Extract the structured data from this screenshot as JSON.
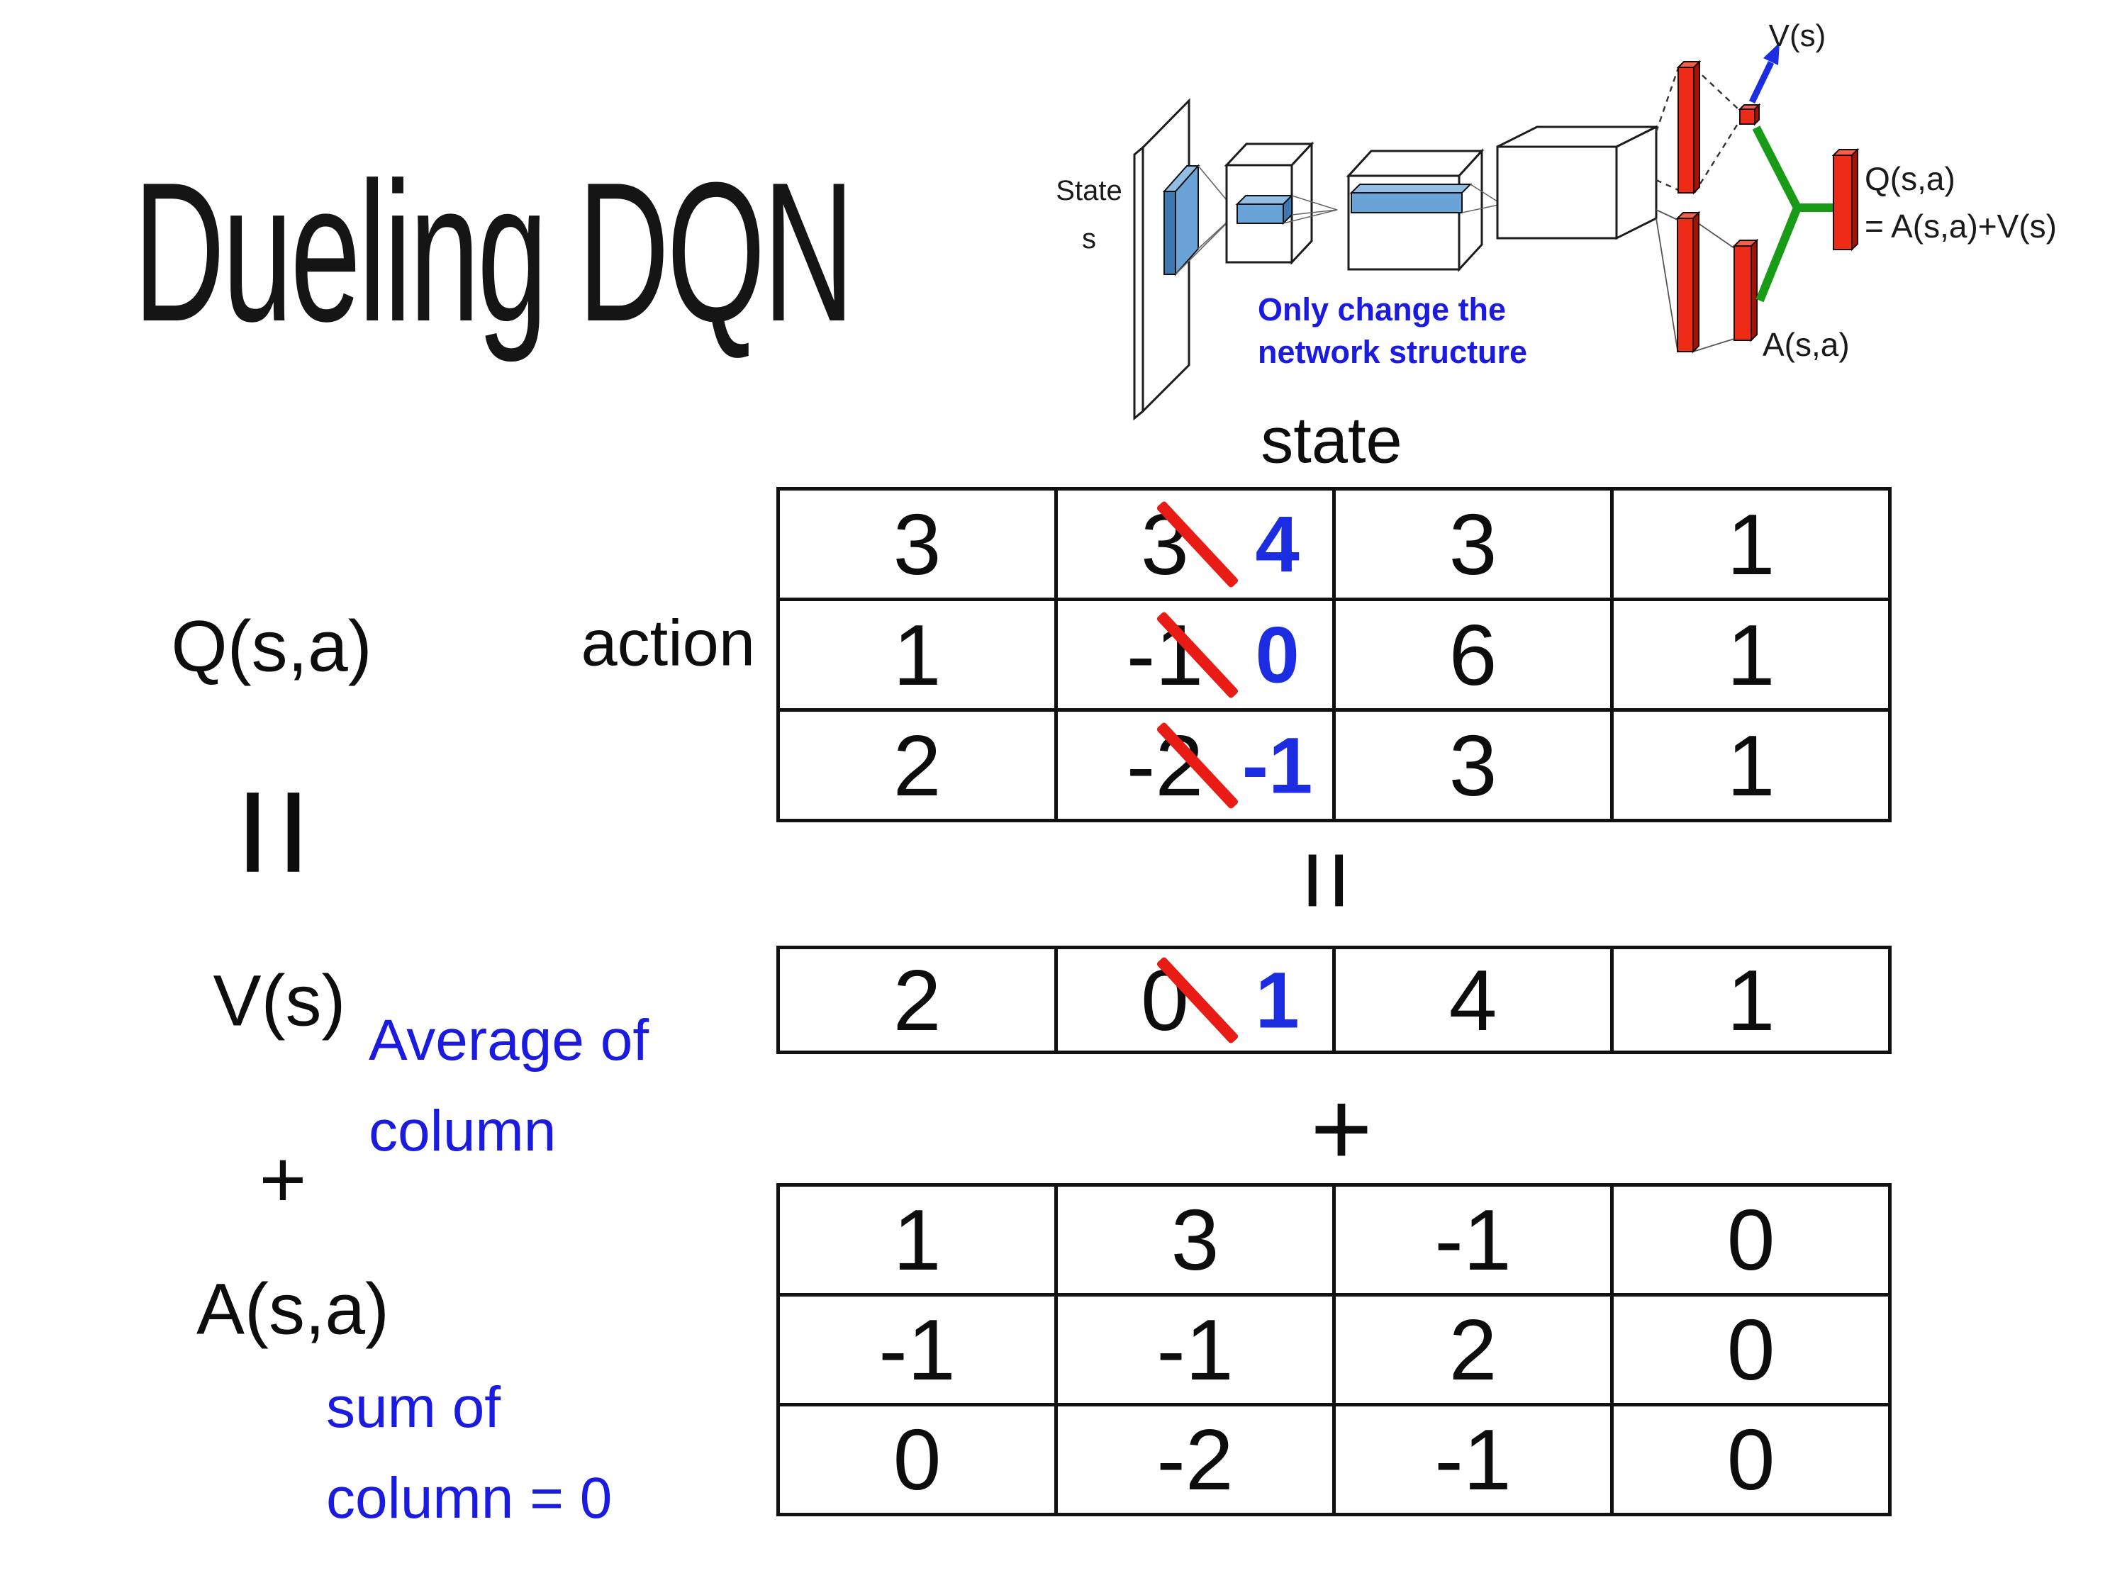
{
  "title": "Dueling DQN",
  "colors": {
    "ink": "#111111",
    "blue_number": "#1c2ce0",
    "blue_text": "#1b1be0",
    "strike_red": "#e81c14",
    "bar_red": "#ee2b16",
    "green_link": "#189c18",
    "blue_arrow": "#1c2ce0",
    "conv_blue": "#6aa3d8"
  },
  "diagram": {
    "state_line1": "State",
    "state_line2": "s",
    "v_out": "V(s)",
    "q_out_line1": "Q(s,a)",
    "q_out_line2": "= A(s,a)+V(s)",
    "a_out": "A(s,a)",
    "note_line1": "Only change the",
    "note_line2": "network structure"
  },
  "labels": {
    "q": "Q(s,a)",
    "v": "V(s)",
    "a": "A(s,a)",
    "equals_left": "=",
    "equals_center": "=",
    "plus_left": "+",
    "plus_center": "+",
    "state_axis": "state",
    "action_axis": "action",
    "avg_line1": "Average of",
    "avg_line2": "column",
    "sum_line1": "sum of",
    "sum_line2": "column = 0"
  },
  "tables": {
    "q": {
      "rows": [
        [
          {
            "v": "3"
          },
          {
            "old": "3",
            "new": "4"
          },
          {
            "v": "3"
          },
          {
            "v": "1"
          }
        ],
        [
          {
            "v": "1"
          },
          {
            "old": "-1",
            "new": "0"
          },
          {
            "v": "6"
          },
          {
            "v": "1"
          }
        ],
        [
          {
            "v": "2"
          },
          {
            "old": "-2",
            "new": "-1"
          },
          {
            "v": "3"
          },
          {
            "v": "1"
          }
        ]
      ]
    },
    "v": {
      "rows": [
        [
          {
            "v": "2"
          },
          {
            "old": "0",
            "new": "1"
          },
          {
            "v": "4"
          },
          {
            "v": "1"
          }
        ]
      ]
    },
    "a": {
      "rows": [
        [
          {
            "v": "1"
          },
          {
            "v": "3"
          },
          {
            "v": "-1"
          },
          {
            "v": "0"
          }
        ],
        [
          {
            "v": "-1"
          },
          {
            "v": "-1"
          },
          {
            "v": "2"
          },
          {
            "v": "0"
          }
        ],
        [
          {
            "v": "0"
          },
          {
            "v": "-2"
          },
          {
            "v": "-1"
          },
          {
            "v": "0"
          }
        ]
      ]
    }
  }
}
